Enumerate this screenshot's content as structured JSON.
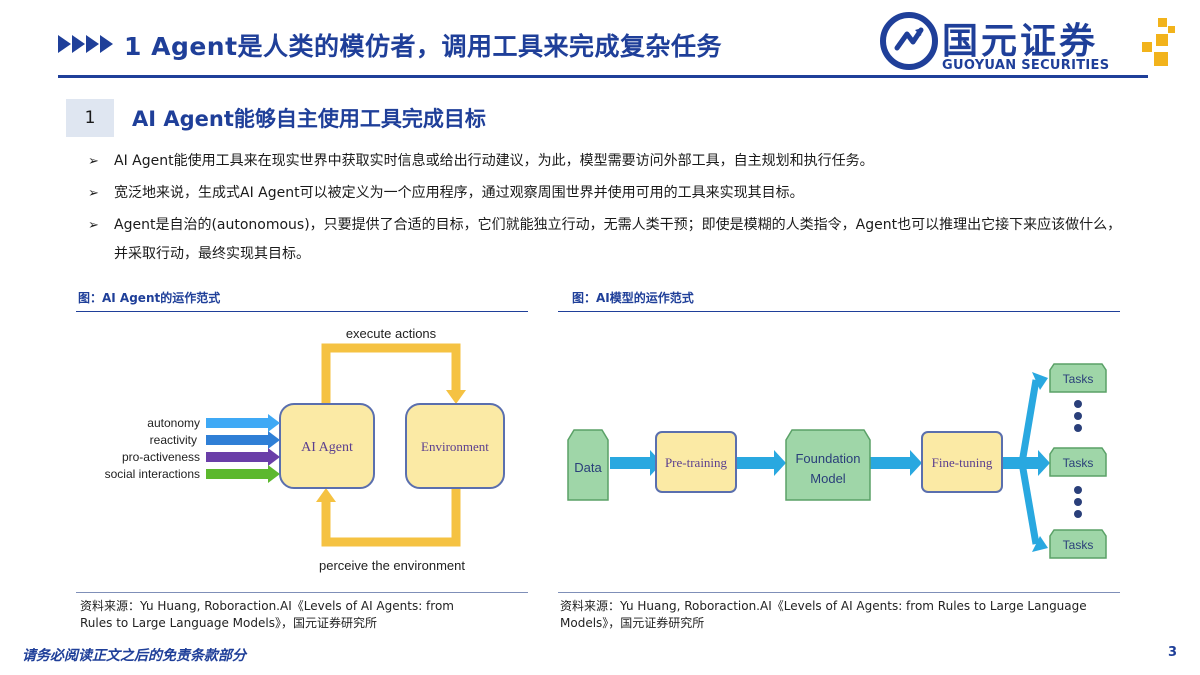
{
  "header": {
    "title": "1 Agent是人类的模仿者，调用工具来完成复杂任务",
    "logo_cn": "国元证券",
    "logo_en": "GUOYUAN SECURITIES"
  },
  "section": {
    "number": "1",
    "title": "AI Agent能够自主使用工具完成目标"
  },
  "bullets": [
    "AI Agent能使用工具来在现实世界中获取实时信息或给出行动建议，为此，模型需要访问外部工具，自主规划和执行任务。",
    "宽泛地来说，生成式AI Agent可以被定义为一个应用程序，通过观察周围世界并使用可用的工具来实现其目标。",
    "Agent是自治的(autonomous)，只要提供了合适的目标，它们就能独立行动，无需人类干预；即使是模糊的人类指令，Agent也可以推理出它接下来应该做什么，并采取行动，最终实现其目标。"
  ],
  "figure_left": {
    "caption": "图：AI Agent的运作范式",
    "top_label": "execute actions",
    "bottom_label": "perceive the environment",
    "box_agent": "AI Agent",
    "box_env": "Environment",
    "inputs": [
      "autonomy",
      "reactivity",
      "pro-activeness",
      "social interactions"
    ],
    "input_colors": [
      "#3fa9f5",
      "#2f7fd6",
      "#6a3ea8",
      "#5cb82e"
    ],
    "source_line1": "资料来源：Yu Huang, Roboraction.AI《Levels of AI Agents: from",
    "source_line2": "Rules to Large Language Models》，国元证券研究所"
  },
  "figure_right": {
    "caption": "图：AI模型的运作范式",
    "data_label": "Data",
    "pretrain_label": "Pre-training",
    "foundation_label_1": "Foundation",
    "foundation_label_2": "Model",
    "finetune_label": "Fine-tuning",
    "tasks": [
      "Tasks",
      "Tasks",
      "Tasks"
    ],
    "source_line1": "资料来源：Yu Huang, Roboraction.AI《Levels of AI Agents: from Rules to Large Language",
    "source_line2": "Models》，国元证券研究所"
  },
  "footer": {
    "disclaimer": "请务必阅读正文之后的免责条款部分",
    "page": "3"
  },
  "colors": {
    "brand_blue": "#1f3f99",
    "gold": "#f5c242",
    "green": "#9fd6a8",
    "arrow_blue": "#29a8e0"
  }
}
